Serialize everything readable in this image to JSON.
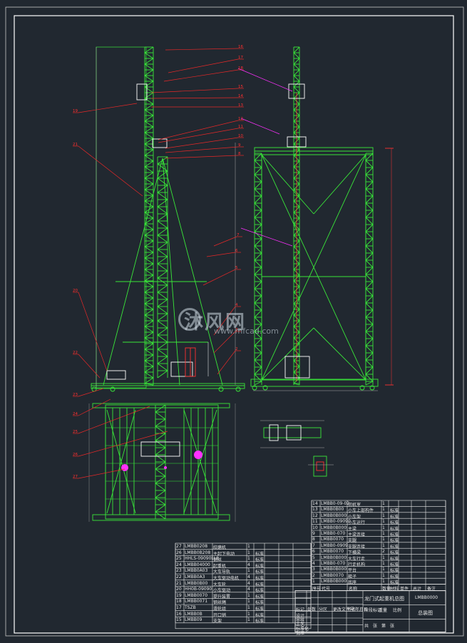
{
  "watermark": {
    "text": "沐风网",
    "url": "www.mfcad.com"
  },
  "balloons": [
    "16",
    "17",
    "18",
    "15",
    "14",
    "13",
    "12",
    "11",
    "10",
    "9",
    "8",
    "7",
    "6",
    "5",
    "4",
    "3",
    "2",
    "1",
    "19",
    "21",
    "20",
    "22",
    "23",
    "24",
    "25",
    "26",
    "27"
  ],
  "parts_list_left": {
    "rows": [
      {
        "no": "27",
        "code": "LMBB0208",
        "name": "绞磨机",
        "qty": "1",
        "mat": ""
      },
      {
        "no": "26",
        "code": "LMBB0B208",
        "name": "主起下电动",
        "qty": "1",
        "mat": "标准"
      },
      {
        "no": "25",
        "code": "HHLS-09090LL8",
        "name": "钢丝",
        "qty": "1",
        "mat": "标准"
      },
      {
        "no": "24",
        "code": "LMBB04000",
        "name": "起重机",
        "qty": "4",
        "mat": "标准"
      },
      {
        "no": "23",
        "code": "LMBB0A03",
        "name": "大车导轨",
        "qty": "1",
        "mat": "标准"
      },
      {
        "no": "22",
        "code": "LMBB0A3",
        "name": "大车驱动电机",
        "qty": "4",
        "mat": "标准"
      },
      {
        "no": "21",
        "code": "LMBB0B00",
        "name": "大车轮",
        "qty": "4",
        "mat": "标准"
      },
      {
        "no": "20",
        "code": "HH0B-09090",
        "name": "小车驱动",
        "qty": "4",
        "mat": "标准"
      },
      {
        "no": "19",
        "code": "LMBB0070",
        "name": "提升装置",
        "qty": "1",
        "mat": "标准"
      },
      {
        "no": "18",
        "code": "LMBB0071",
        "name": "钢丝绳",
        "qty": "1",
        "mat": "标准"
      },
      {
        "no": "17",
        "code": "TSZB",
        "name": "滑轮组",
        "qty": "1",
        "mat": "标准"
      },
      {
        "no": "16",
        "code": "LMBB0B",
        "name": "开口销",
        "qty": "1",
        "mat": "标准"
      },
      {
        "no": "15",
        "code": "LMBB09",
        "name": "支架",
        "qty": "1",
        "mat": "标准"
      }
    ]
  },
  "parts_list_right": {
    "rows": [
      {
        "no": "14",
        "code": "LMBB0-09-02",
        "name": "司机室",
        "qty": "1",
        "mat": ""
      },
      {
        "no": "13",
        "code": "LMBB0B00",
        "name": "小车上部构件",
        "qty": "1",
        "mat": "标准"
      },
      {
        "no": "12",
        "code": "LMBB0B000",
        "name": "小车架",
        "qty": "1",
        "mat": "标准"
      },
      {
        "no": "11",
        "code": "LMBB0-09090",
        "name": "小车运行",
        "qty": "1",
        "mat": "标准"
      },
      {
        "no": "10",
        "code": "LMBB0B000",
        "name": "主梁",
        "qty": "1",
        "mat": "标准"
      },
      {
        "no": "9",
        "code": "LMBB0-070",
        "name": "主梁连接",
        "qty": "1",
        "mat": "标准"
      },
      {
        "no": "8",
        "code": "LMBB0070",
        "name": "支腿",
        "qty": "1",
        "mat": "标准"
      },
      {
        "no": "7",
        "code": "LMBB0-0909",
        "name": "支腿连接",
        "qty": "1",
        "mat": "标准"
      },
      {
        "no": "6",
        "code": "LMBB0070",
        "name": "下横梁",
        "qty": "2",
        "mat": "标准"
      },
      {
        "no": "5",
        "code": "LMBB0B000",
        "name": "大车行走",
        "qty": "1",
        "mat": "标准"
      },
      {
        "no": "4",
        "code": "LMBB0-070",
        "name": "行走机构",
        "qty": "1",
        "mat": "标准"
      },
      {
        "no": "3",
        "code": "LMBB0B000",
        "name": "平台",
        "qty": "1",
        "mat": "标准"
      },
      {
        "no": "2",
        "code": "LMBB0070",
        "name": "梯子",
        "qty": "1",
        "mat": "标准"
      },
      {
        "no": "1",
        "code": "LMBB0B000",
        "name": "底座",
        "qty": "1",
        "mat": "标准"
      }
    ]
  },
  "title_block": {
    "drawing_title": "龙门式起重机总图",
    "drawing_no": "LMBB0000",
    "sheet_label": "总装图",
    "headers": [
      "序号",
      "代号",
      "名称",
      "数量",
      "材料",
      "单件",
      "总计",
      "备注"
    ],
    "sign_labels": [
      "标记",
      "处数",
      "分区",
      "更改文件号",
      "签名",
      "年月日",
      "设计",
      "审核",
      "工艺",
      "标准化",
      "批准"
    ],
    "stage_labels": [
      "阶段标记",
      "重量",
      "比例"
    ],
    "sheet_info": [
      "共",
      "张",
      "第",
      "张"
    ]
  },
  "colors": {
    "background": "#212830",
    "structure": "#39e639",
    "leader": "#e62828",
    "frame": "#ffffff",
    "magenta": "#ff30ff",
    "balloon_text": "#ff3030"
  }
}
